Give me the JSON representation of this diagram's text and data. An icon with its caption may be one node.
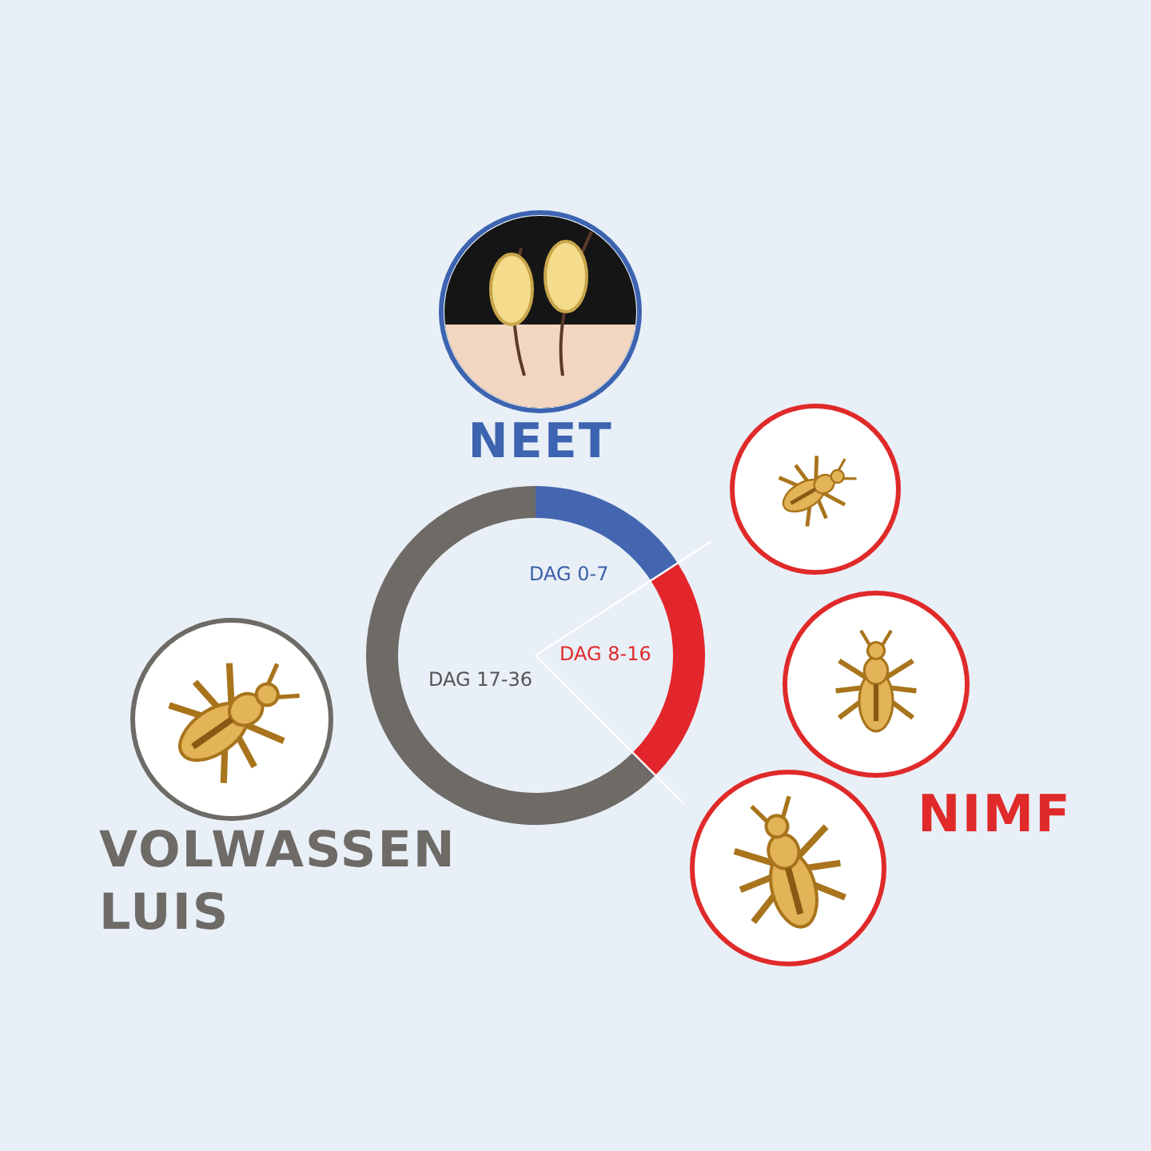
{
  "diagram": {
    "nodes": [
      {
        "text": [
          "NEET"
        ]
      },
      {
        "text": [],
        "shape": "picture"
      },
      {
        "text": [
          "DAG 0-7"
        ]
      },
      {
        "text": [
          "DAG 8-16"
        ]
      },
      {
        "text": [
          "DAG 17-36"
        ]
      },
      {
        "text": [],
        "shape": "picture"
      },
      {
        "text": [
          "VOLWASSEN LUIS"
        ]
      },
      {
        "text": [],
        "shape": "picture"
      }
    ],
    "labels": [
      "NIMF"
    ]
  }
}
